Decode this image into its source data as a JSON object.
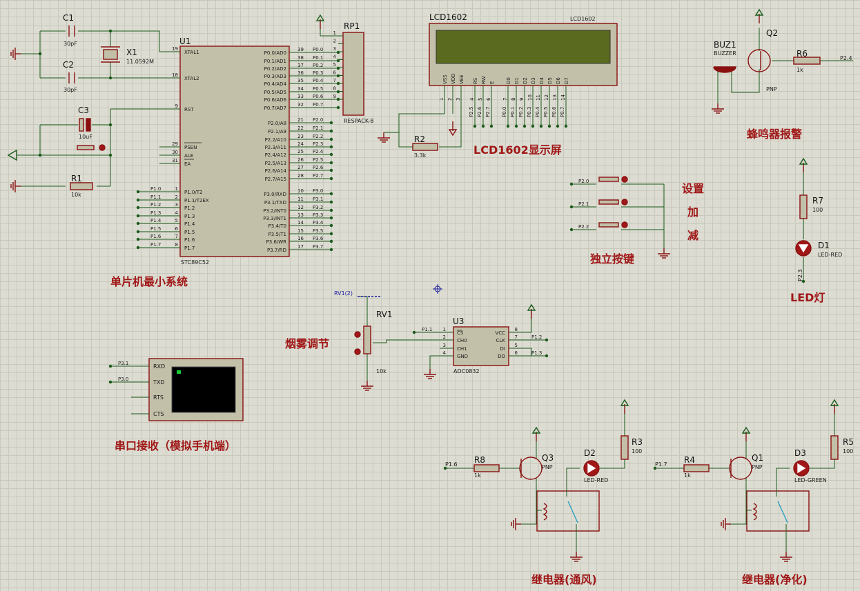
{
  "u1": {
    "ref": "U1",
    "part": "STC89C52",
    "left_pins": [
      [
        "19",
        "XTAL1"
      ],
      [
        "18",
        "XTAL2"
      ],
      [
        "9",
        "RST"
      ],
      [
        "29",
        "PSEN"
      ],
      [
        "30",
        "ALE"
      ],
      [
        "31",
        "EA"
      ],
      [
        "1",
        "P1.0/T2"
      ],
      [
        "2",
        "P1.1/T2EX"
      ],
      [
        "3",
        "P1.2"
      ],
      [
        "4",
        "P1.3"
      ],
      [
        "5",
        "P1.4"
      ],
      [
        "6",
        "P1.5"
      ],
      [
        "7",
        "P1.6"
      ],
      [
        "8",
        "P1.7"
      ]
    ],
    "right_p0": [
      [
        "39",
        "P0.0/AD0"
      ],
      [
        "38",
        "P0.1/AD1"
      ],
      [
        "37",
        "P0.2/AD2"
      ],
      [
        "36",
        "P0.3/AD3"
      ],
      [
        "35",
        "P0.4/AD4"
      ],
      [
        "34",
        "P0.5/AD5"
      ],
      [
        "33",
        "P0.6/AD6"
      ],
      [
        "32",
        "P0.7/AD7"
      ]
    ],
    "right_p2": [
      [
        "21",
        "P2.0/A8"
      ],
      [
        "22",
        "P2.1/A9"
      ],
      [
        "23",
        "P2.2/A10"
      ],
      [
        "24",
        "P2.3/A11"
      ],
      [
        "25",
        "P2.4/A12"
      ],
      [
        "26",
        "P2.5/A13"
      ],
      [
        "27",
        "P2.6/A14"
      ],
      [
        "28",
        "P2.7/A15"
      ]
    ],
    "right_p3": [
      [
        "10",
        "P3.0/RXD"
      ],
      [
        "11",
        "P3.1/TXD"
      ],
      [
        "12",
        "P3.2/INT0"
      ],
      [
        "13",
        "P3.3/INT1"
      ],
      [
        "14",
        "P3.4/T0"
      ],
      [
        "15",
        "P3.5/T1"
      ],
      [
        "16",
        "P3.6/WR"
      ],
      [
        "17",
        "P3.7/RD"
      ]
    ],
    "net_p0": [
      "P0.0",
      "P0.1",
      "P0.2",
      "P0.3",
      "P0.4",
      "P0.5",
      "P0.6",
      "P0.7"
    ],
    "net_p2": [
      "P2.0",
      "P2.1",
      "P2.2",
      "P2.3",
      "P2.4",
      "P2.5",
      "P2.6",
      "P2.7"
    ],
    "net_p3": [
      "P3.0",
      "P3.1",
      "P3.2",
      "P3.3",
      "P3.4",
      "P3.5",
      "P3.6",
      "P3.7"
    ],
    "net_p1": [
      "P1.0",
      "P1.1",
      "P1.2",
      "P1.3",
      "P1.4",
      "P1.5",
      "P1.6",
      "P1.7"
    ]
  },
  "c1": {
    "ref": "C1",
    "val": "30pF"
  },
  "c2": {
    "ref": "C2",
    "val": "30pF"
  },
  "c3": {
    "ref": "C3",
    "val": "10uF"
  },
  "x1": {
    "ref": "X1",
    "val": "11.0592M"
  },
  "r1": {
    "ref": "R1",
    "val": "10k"
  },
  "rp1": {
    "ref": "RP1",
    "part": "RESPACK-8",
    "pins": [
      "1",
      "2",
      "3",
      "4",
      "5",
      "6",
      "7",
      "8",
      "9"
    ]
  },
  "lcd": {
    "ref": "LCD1602",
    "part": "LCD1602",
    "pins": [
      "VSS",
      "VDD",
      "VEE",
      "RS",
      "RW",
      "E",
      "D0",
      "D1",
      "D2",
      "D3",
      "D4",
      "D5",
      "D6",
      "D7"
    ],
    "nums": [
      "1",
      "2",
      "3",
      "4",
      "5",
      "6",
      "7",
      "8",
      "9",
      "10",
      "11",
      "12",
      "13",
      "14"
    ],
    "nets": [
      "P2.5",
      "P2.6",
      "P2.7",
      "P0.0",
      "P0.1",
      "P0.2",
      "P0.3",
      "P0.4",
      "P0.5",
      "P0.6",
      "P0.7"
    ]
  },
  "r2": {
    "ref": "R2",
    "val": "3.3k"
  },
  "q2": {
    "ref": "Q2",
    "type": "PNP"
  },
  "buz": {
    "ref": "BUZ1",
    "part": "BUZZER"
  },
  "r6": {
    "ref": "R6",
    "val": "1k",
    "net": "P2.4"
  },
  "keys": {
    "nets": [
      "P2.0",
      "P2.1",
      "P2.2"
    ]
  },
  "r7": {
    "ref": "R7",
    "val": "100"
  },
  "d1": {
    "ref": "D1",
    "part": "LED-RED",
    "net": "P2.3"
  },
  "rv1": {
    "ref": "RV1",
    "val": "10k",
    "probe": "RV1(2)"
  },
  "u3": {
    "ref": "U3",
    "part": "ADC0832",
    "left": [
      [
        "1",
        "CS"
      ],
      [
        "2",
        "CH0"
      ],
      [
        "3",
        "CH1"
      ],
      [
        "4",
        "GND"
      ]
    ],
    "right": [
      [
        "8",
        "VCC"
      ],
      [
        "7",
        "CLK"
      ],
      [
        "5",
        "DI"
      ],
      [
        "6",
        "DO"
      ]
    ],
    "nets": [
      "P1.1",
      "P1.2",
      "P1.3"
    ]
  },
  "serial": {
    "pins": [
      "RXD",
      "TXD",
      "RTS",
      "CTS"
    ],
    "nets": [
      "P3.1",
      "P3.0"
    ]
  },
  "r8": {
    "ref": "R8",
    "val": "1k",
    "net": "P1.6"
  },
  "q3": {
    "ref": "Q3",
    "type": "PNP"
  },
  "d2": {
    "ref": "D2",
    "part": "LED-RED"
  },
  "r3": {
    "ref": "R3",
    "val": "100"
  },
  "r4": {
    "ref": "R4",
    "val": "1k",
    "net": "P1.7"
  },
  "q1": {
    "ref": "Q1",
    "type": "PNP"
  },
  "d3": {
    "ref": "D3",
    "part": "LED-GREEN"
  },
  "r5": {
    "ref": "R5",
    "val": "100"
  },
  "labels": {
    "mcu": "单片机最小系统",
    "lcd": "LCD1602显示屏",
    "buzzer": "蜂鸣器报警",
    "set": "设置",
    "add": "加",
    "sub": "减",
    "keys": "独立按键",
    "led": "LED灯",
    "smoke": "烟雾调节",
    "serial": "串口接收（模拟手机端）",
    "relay1": "继电器(通风)",
    "relay2": "继电器(净化)"
  }
}
